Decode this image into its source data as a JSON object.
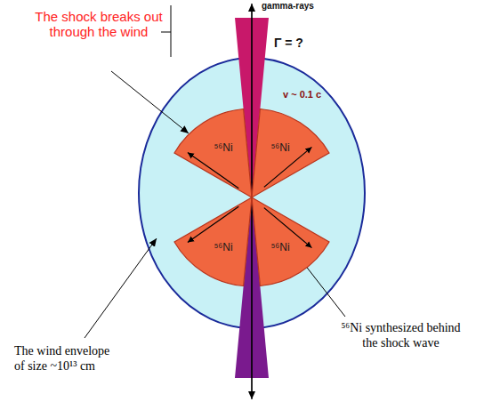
{
  "diagram": {
    "nodes": [
      {
        "text": [
          "⁵⁶Ni"
        ]
      },
      {
        "text": [
          "⁵⁶Ni"
        ]
      },
      {
        "text": [
          "⁵⁶Ni"
        ]
      },
      {
        "text": [
          "⁵⁶Ni"
        ]
      }
    ],
    "labels": [
      "gamma-rays",
      "Γ = ?",
      "v ~ 0.1 c",
      "The shock breaks out through the wind",
      "The wind envelope of size ~10¹³ cm",
      "⁵⁶Ni synthesized behind the shock wave"
    ]
  }
}
